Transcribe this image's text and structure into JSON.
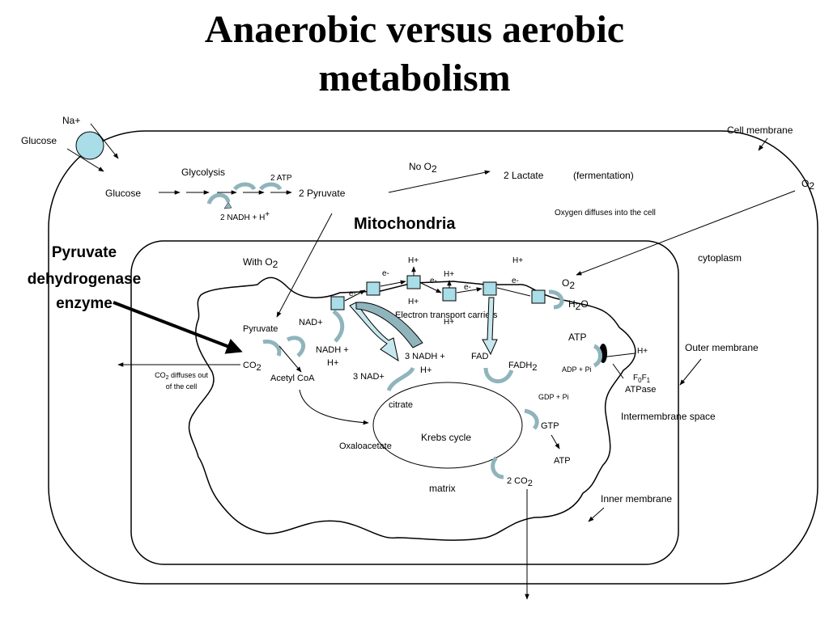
{
  "title": {
    "line1": "Anaerobic versus aerobic",
    "line2": "metabolism"
  },
  "labels": {
    "na_plus": "Na+",
    "glucose_outside": "Glucose",
    "cell_membrane": "Cell membrane",
    "glycolysis": "Glycolysis",
    "two_atp": "2 ATP",
    "glucose": "Glucose",
    "two_pyruvate": "2 Pyruvate",
    "two_nadh": "2 NADH + H",
    "two_nadh_sup": "+",
    "no_o2": "No O",
    "no_o2_sub": "2",
    "two_lactate": "2 Lactate",
    "fermentation": "(fermentation)",
    "o2_outside": "O",
    "o2_outside_sub": "2",
    "oxygen_diffuses": "Oxygen diffuses into the cell",
    "mitochondria": "Mitochondria",
    "pdh_line1": "Pyruvate",
    "pdh_line2": "dehydrogenase",
    "pdh_line3": "enzyme",
    "with_o2": "With O",
    "with_o2_sub": "2",
    "cytoplasm": "cytoplasm",
    "e_minus": "e-",
    "h_plus": "H+",
    "o2_inner": "O",
    "o2_inner_sub": "2",
    "h2o_h": "H",
    "h2o_sub": "2",
    "h2o_o": "O",
    "electron_transport": "Electron transport carriers",
    "pyruvate": "Pyruvate",
    "nad_plus": "NAD+",
    "nadh_h_line1": "NADH +",
    "nadh_h_line2": "H+",
    "co2": "CO",
    "co2_sub": "2",
    "acetyl_coa": "Acetyl CoA",
    "co2_diffuses_line1": "CO",
    "co2_diffuses_sub": "2",
    "co2_diffuses_rest": " diffuses out",
    "co2_diffuses_line2": "of the cell",
    "three_nadh_line1": "3 NADH +",
    "three_nadh_line2": "H+",
    "three_nad": "3 NAD+",
    "fad": "FAD",
    "fadh2": "FADH",
    "fadh2_sub": "2",
    "atp": "ATP",
    "adp_pi": "ADP + Pi",
    "f0f1_f": "F",
    "f0f1_0": "0",
    "f0f1_f2": "F",
    "f0f1_1": "1",
    "atpase": "ATPase",
    "outer_membrane": "Outer membrane",
    "citrate": "citrate",
    "gdp_pi": "GDP + Pi",
    "gtp": "GTP",
    "atp_krebs": "ATP",
    "krebs_cycle": "Krebs cycle",
    "oxaloacetate": "Oxaloacetate",
    "intermembrane": "Intermembrane space",
    "two_co2": "2 CO",
    "two_co2_sub": "2",
    "matrix": "matrix",
    "inner_membrane": "Inner membrane"
  },
  "colors": {
    "line": "#000000",
    "carrier_fill": "#a9dde8",
    "cyclic_arrow": "#8fb4bc",
    "big_arrow_fill": "#c6e7ee"
  }
}
